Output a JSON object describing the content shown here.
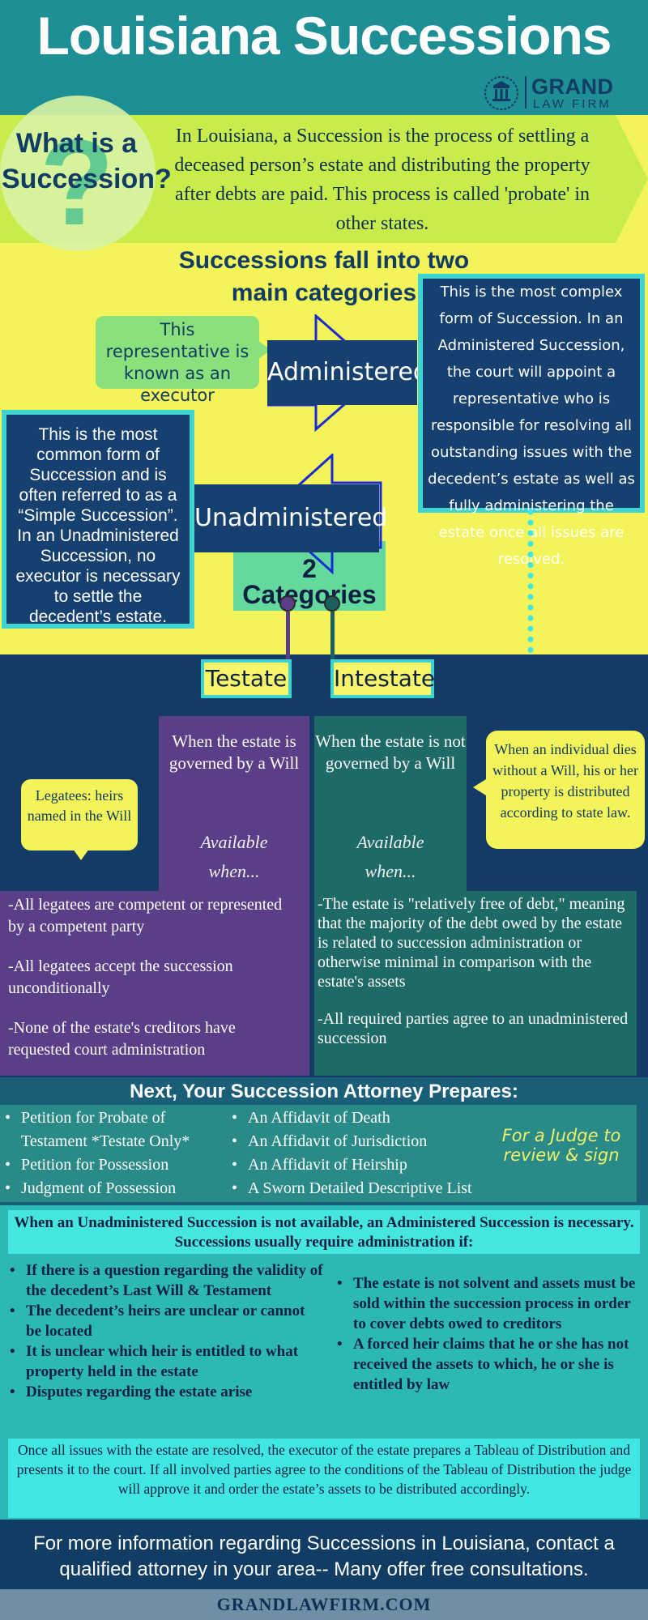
{
  "header": {
    "title": "Louisiana Successions",
    "logo_main": "GRAND",
    "logo_sub": "LAW FIRM"
  },
  "what_is": {
    "title": "What is a Succession?",
    "text": "In Louisiana, a Succession is the process of settling a deceased person’s estate and distributing the property after debts are paid. This process is called 'probate' in other states."
  },
  "categories": {
    "title": "Successions fall into two main categories",
    "administered": {
      "label": "Administered",
      "bubble": "This representative is known as an executor",
      "description": "This is the most complex form of Succession. In an Administered Succession, the court will appoint a representative who is responsible for resolving all outstanding issues with the decedent’s estate as well as fully administering the estate once all issues are resolved."
    },
    "unadministered": {
      "label": "Unadministered",
      "description": "This is the most common form of Succession and is often referred to as a “Simple Succession”. In an Unadministered Succession, no executor is necessary to settle the decedent’s estate."
    },
    "two_categories_number": "2",
    "two_categories_label": "Categories"
  },
  "types": {
    "testate": {
      "label": "Testate",
      "head": "When the estate is governed by a Will",
      "available_1": "Available",
      "available_2": "when...",
      "bubble": "Legatees: heirs named in the Will",
      "conditions": [
        "-All legatees are competent or represented by a competent party",
        "-All legatees accept the succession unconditionally",
        "-None of the estate's creditors have requested court administration"
      ]
    },
    "intestate": {
      "label": "Intestate",
      "head": "When the estate is not governed by a Will",
      "available_1": "Available",
      "available_2": "when...",
      "bubble": "When an individual dies without a Will, his or her property is distributed according to state law.",
      "conditions": [
        "-The estate is \"relatively free of debt,\" meaning that the majority of the debt owed by the estate is related to succession administration or otherwise minimal in comparison with the estate's assets",
        "-All required parties agree to an unadministered succession"
      ]
    }
  },
  "prepares": {
    "title": "Next, Your Succession Attorney Prepares:",
    "col_a": [
      "Petition for Probate of Testament *Testate Only*",
      "Petition for Possession",
      "Judgment of Possession"
    ],
    "col_b": [
      "An Affidavit of Death",
      "An Affidavit of Jurisdiction",
      "An Affidavit of Heirship",
      "A Sworn Detailed Descriptive List"
    ],
    "judge_note": "For a Judge to review & sign"
  },
  "administration": {
    "head": "When an Unadministered Succession is not available, an Administered Succession is necessary. Successions usually require administration if:",
    "col_a": [
      "If there is a question regarding the validity of the decedent’s Last Will & Testament",
      "The decedent’s heirs are unclear or cannot be located",
      "It is unclear which heir is entitled to what property held in the estate",
      "Disputes regarding the estate arise"
    ],
    "col_b": [
      "The estate is not solvent and assets must be sold within the succession process in order to cover debts owed to creditors",
      "A forced heir claims that he or she has not received the assets to which, he or she is entitled by law"
    ],
    "footer": "Once all issues with the estate are resolved, the executor of the estate prepares a Tableau of Distribution and presents it to the court. If all involved parties agree to the conditions of the Tableau of Distribution the judge will approve it and order the estate’s assets to be distributed accordingly."
  },
  "footer": {
    "text": "For more information regarding Successions in Louisiana, contact a qualified attorney in your area-- Many offer free consultations.",
    "url": "GRANDLAWFIRM.COM"
  },
  "colors": {
    "header_teal": "#1f8f96",
    "yellow": "#f3f35a",
    "navy": "#164070",
    "purple": "#5a3f88",
    "dark_teal": "#1e6a66",
    "cyan": "#3fd3d2"
  }
}
